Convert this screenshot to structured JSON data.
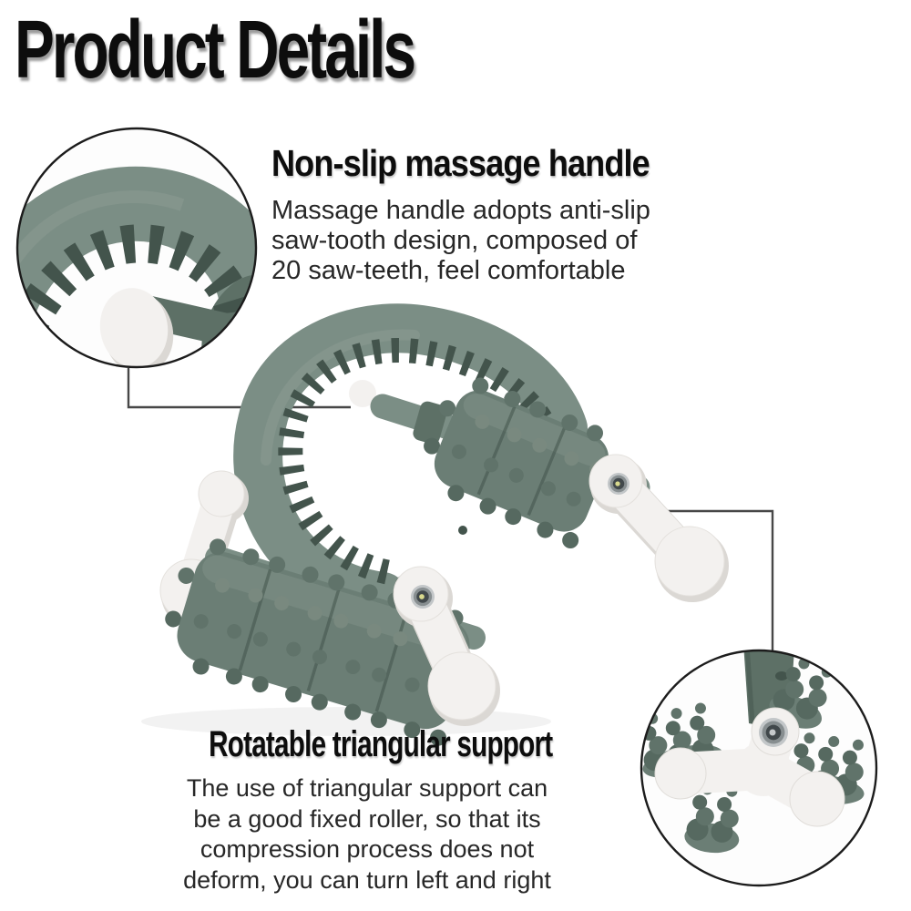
{
  "page": {
    "background": "#ffffff"
  },
  "title": "Product Details",
  "features": [
    {
      "heading": "Non-slip massage handle",
      "lines": [
        "Massage handle adopts anti-slip",
        "saw-tooth design, composed of",
        "20 saw-teeth, feel comfortable"
      ]
    },
    {
      "heading": "Rotatable triangular support",
      "lines": [
        "The use of triangular support can",
        "be a good fixed roller, so that its",
        "compression process does not",
        "deform, you can turn left and right"
      ]
    }
  ],
  "product": {
    "name": "spiked massage roller with saw-tooth handle",
    "parts": [
      "saw-tooth handle",
      "spiked rollers",
      "axles",
      "bone-shaped triangular supports",
      "screws"
    ]
  },
  "callouts": [
    {
      "name": "handle-detail-zoom",
      "shows": "saw-tooth handle close-up"
    },
    {
      "name": "support-detail-zoom",
      "shows": "rotatable triangular support close-up"
    }
  ],
  "colors": {
    "background": "#ffffff",
    "text_black": "#0d0d0d",
    "text_body": "#272727",
    "leader_line": "#474747",
    "circle_outline": "#1c1c1c",
    "product_green_light": "#8d9c93",
    "product_green_mid": "#7b8e85",
    "product_green_body": "#6b7e75",
    "product_green_dark": "#5d7066",
    "product_green_deep": "#43544c",
    "spike_green": "#60736a",
    "spike_green_hi": "#79897f",
    "spike_green_dark": "#566960",
    "bone_white": "#f3f1ef",
    "bone_shadow": "#dbd8d4",
    "screw_ring": "#c2c6c8",
    "screw_mid": "#878e90",
    "screw_dark": "#41484b",
    "screw_glint_yellow": "#d8d98e",
    "screw_glint_gray": "#c5c9cb"
  }
}
